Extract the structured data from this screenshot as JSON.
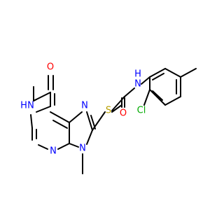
{
  "molecule": {
    "atoms": [
      {
        "id": "O",
        "label": "O",
        "color": "#ff0000"
      },
      {
        "id": "HN1",
        "label": "H",
        "color": "#0000ff"
      },
      {
        "id": "N1",
        "label": "N",
        "color": "#0000ff"
      },
      {
        "id": "N3",
        "label": "N",
        "color": "#0000ff"
      },
      {
        "id": "N7",
        "label": "N",
        "color": "#0000ff"
      },
      {
        "id": "N9",
        "label": "N",
        "color": "#0000ff"
      },
      {
        "id": "S",
        "label": "S",
        "color": "#b8a000"
      },
      {
        "id": "Oam",
        "label": "O",
        "color": "#ff0000"
      },
      {
        "id": "Nam",
        "label": "N",
        "color": "#0000ff"
      },
      {
        "id": "HNam",
        "label": "H",
        "color": "#0000ff"
      },
      {
        "id": "Cl",
        "label": "Cl",
        "color": "#00aa00"
      }
    ],
    "bond_color": "#000000"
  }
}
